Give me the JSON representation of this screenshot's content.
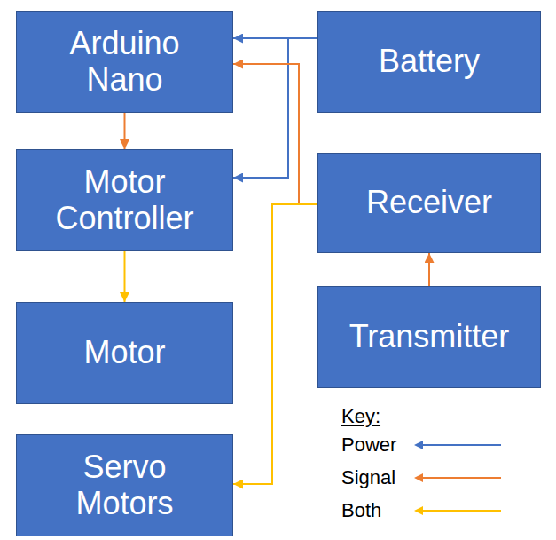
{
  "diagram": {
    "nodes": [
      {
        "text": [
          "Arduino Nano"
        ]
      },
      {
        "text": [
          "Battery"
        ]
      },
      {
        "text": [
          "Motor Controller"
        ]
      },
      {
        "text": [
          "Receiver"
        ]
      },
      {
        "text": [
          "Motor"
        ]
      },
      {
        "text": [
          "Transmitter"
        ]
      },
      {
        "text": [
          "Servo Motors"
        ]
      }
    ],
    "edges": [
      {
        "from": 1,
        "to": 0,
        "arrow": "to"
      },
      {
        "from": 1,
        "to": 2,
        "arrow": "to"
      },
      {
        "from": 3,
        "to": 0,
        "arrow": "to"
      },
      {
        "from": 0,
        "to": 2,
        "arrow": "to"
      },
      {
        "from": 2,
        "to": 4,
        "arrow": "to"
      },
      {
        "from": 3,
        "to": 6,
        "arrow": "to"
      },
      {
        "from": 5,
        "to": 3,
        "arrow": "to"
      }
    ],
    "labels": [
      "Key:"
    ],
    "legend": [
      {
        "text": "Power"
      },
      {
        "text": "Signal"
      },
      {
        "text": "Both"
      }
    ]
  }
}
